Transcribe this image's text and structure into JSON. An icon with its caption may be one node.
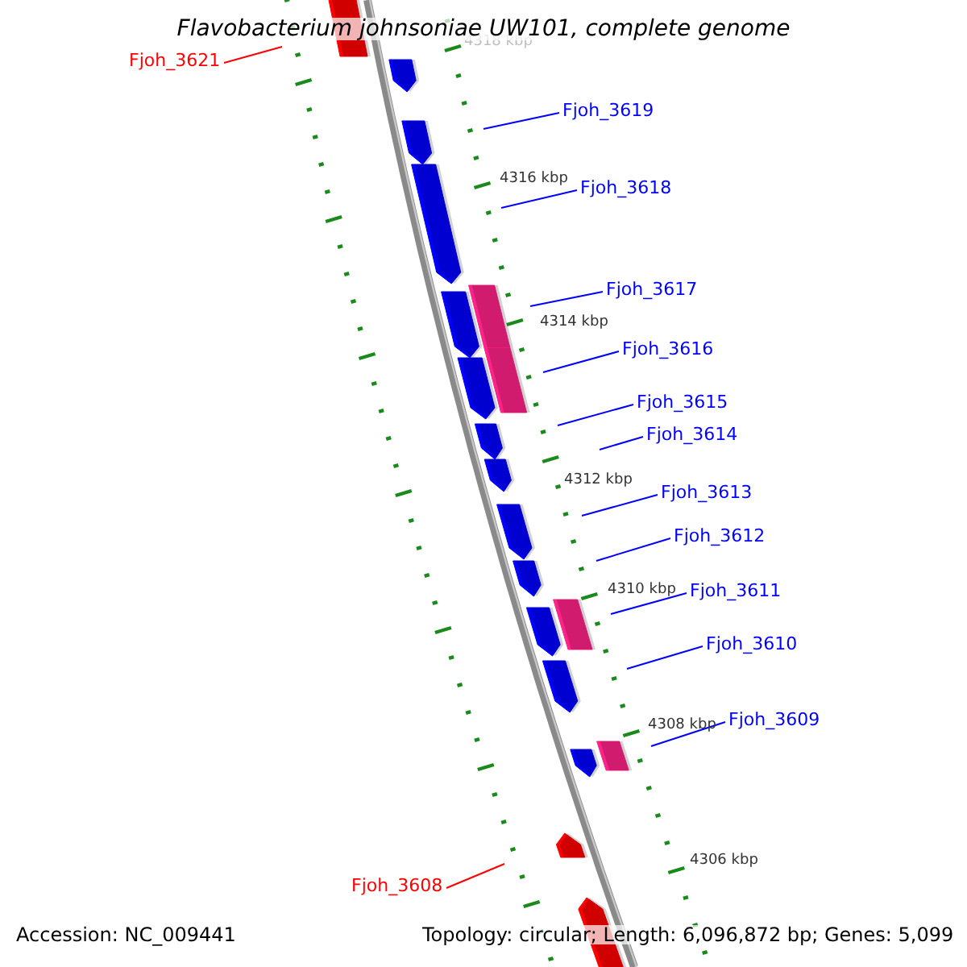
{
  "diagram": {
    "title": "Flavobacterium johnsoniae UW101, complete genome",
    "nodes": [
      {
        "text": [
          "Fjoh_3621"
        ]
      },
      {
        "text": [
          "Fjoh_3619"
        ]
      },
      {
        "text": [
          "Fjoh_3618"
        ]
      },
      {
        "text": [
          "Fjoh_3617"
        ]
      },
      {
        "text": [
          "Fjoh_3616"
        ]
      },
      {
        "text": [
          "Fjoh_3615"
        ]
      },
      {
        "text": [
          "Fjoh_3614"
        ]
      },
      {
        "text": [
          "Fjoh_3613"
        ]
      },
      {
        "text": [
          "Fjoh_3612"
        ]
      },
      {
        "text": [
          "Fjoh_3611"
        ]
      },
      {
        "text": [
          "Fjoh_3610"
        ]
      },
      {
        "text": [
          "Fjoh_3609"
        ]
      },
      {
        "text": [
          "Fjoh_3608"
        ]
      }
    ],
    "edges": [
      {
        "from": 0,
        "to": null,
        "arrow": "none",
        "color": "#ff0000"
      },
      {
        "from": 1,
        "to": null,
        "arrow": "none"
      },
      {
        "from": 2,
        "to": null,
        "arrow": "none"
      },
      {
        "from": 3,
        "to": null,
        "arrow": "none"
      },
      {
        "from": 4,
        "to": null,
        "arrow": "none"
      },
      {
        "from": 5,
        "to": null,
        "arrow": "none"
      },
      {
        "from": 6,
        "to": null,
        "arrow": "none"
      },
      {
        "from": 7,
        "to": null,
        "arrow": "none"
      },
      {
        "from": 8,
        "to": null,
        "arrow": "none"
      },
      {
        "from": 9,
        "to": null,
        "arrow": "none"
      },
      {
        "from": 10,
        "to": null,
        "arrow": "none"
      },
      {
        "from": 11,
        "to": null,
        "arrow": "none"
      },
      {
        "from": 12,
        "to": null,
        "arrow": "none",
        "color": "#ff0000"
      }
    ],
    "labels": [
      "4318 kbp",
      "4316 kbp",
      "4314 kbp",
      "4312 kbp",
      "4310 kbp",
      "4308 kbp",
      "4306 kbp",
      "Accession: NC_009441",
      "Topology: circular; Length: 6,096,872 bp; Genes: 5,099"
    ]
  }
}
